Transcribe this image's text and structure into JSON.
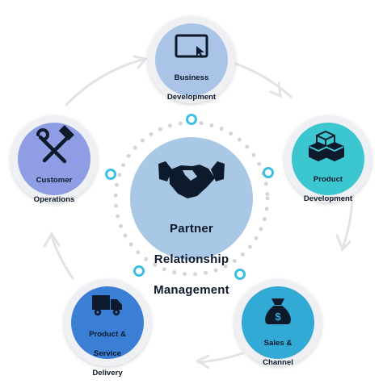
{
  "center": {
    "label_lines": [
      "Partner",
      "Relationship",
      "Management"
    ],
    "icon": "handshake-icon",
    "color": "#a8c8e6"
  },
  "nodes": [
    {
      "id": "business-development",
      "label_lines": [
        "Business",
        "Development"
      ],
      "icon": "monitor-cursor-icon",
      "color": "#a9c4e7"
    },
    {
      "id": "product-development",
      "label_lines": [
        "Product",
        "Development"
      ],
      "icon": "boxes-icon",
      "color": "#3cc6cf"
    },
    {
      "id": "sales-channel",
      "label_lines": [
        "Sales &",
        "Channel"
      ],
      "icon": "money-bag-icon",
      "color": "#33a9d6"
    },
    {
      "id": "product-service-delivery",
      "label_lines": [
        "Product &",
        "Service",
        "Delivery"
      ],
      "icon": "truck-icon",
      "color": "#3b7fd4"
    },
    {
      "id": "customer-operations",
      "label_lines": [
        "Customer",
        "Operations"
      ],
      "icon": "wrench-hammer-icon",
      "color": "#8f9ee4"
    }
  ],
  "colors": {
    "cycle_ring": "#e2e3e6",
    "dots": "#d3d5d9",
    "accent_ring": "#3cbfe0",
    "icon": "#0d1a2b"
  }
}
